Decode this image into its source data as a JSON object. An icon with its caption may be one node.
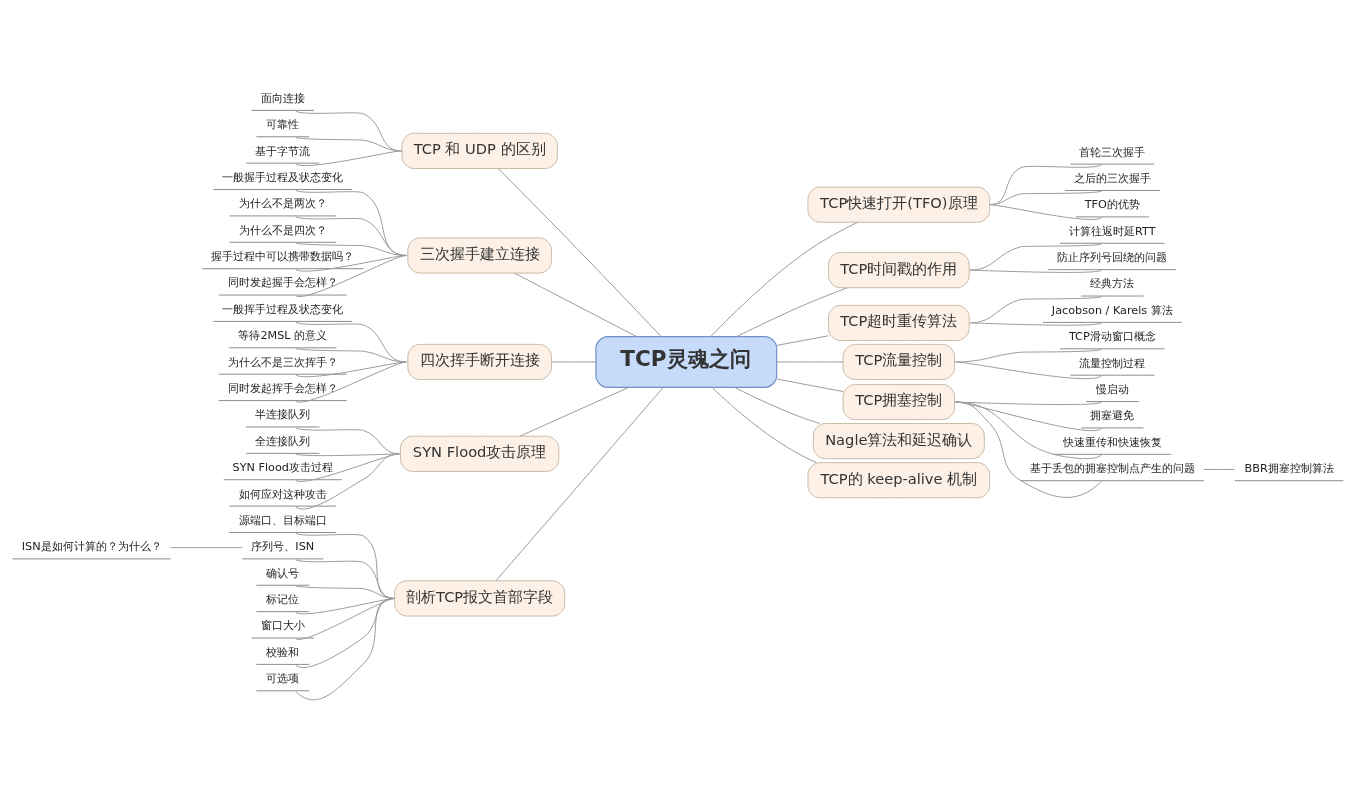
{
  "diagram": {
    "nodes": [
      {
        "text": [
          "TCP灵魂之问"
        ]
      },
      {
        "text": [
          "TCP 和 UDP 的区别"
        ]
      },
      {
        "text": [
          "面向连接"
        ]
      },
      {
        "text": [
          "可靠性"
        ]
      },
      {
        "text": [
          "基于字节流"
        ]
      },
      {
        "text": [
          "三次握手建立连接"
        ]
      },
      {
        "text": [
          "一般握手过程及状态变化"
        ]
      },
      {
        "text": [
          "为什么不是两次？"
        ]
      },
      {
        "text": [
          "为什么不是四次？"
        ]
      },
      {
        "text": [
          "握手过程中可以携带数据吗？"
        ]
      },
      {
        "text": [
          "同时发起握手会怎样？"
        ]
      },
      {
        "text": [
          "四次挥手断开连接"
        ]
      },
      {
        "text": [
          "一般挥手过程及状态变化"
        ]
      },
      {
        "text": [
          "等待2MSL 的意义"
        ]
      },
      {
        "text": [
          "为什么不是三次挥手？"
        ]
      },
      {
        "text": [
          "同时发起挥手会怎样？"
        ]
      },
      {
        "text": [
          "SYN Flood攻击原理"
        ]
      },
      {
        "text": [
          "半连接队列"
        ]
      },
      {
        "text": [
          "全连接队列"
        ]
      },
      {
        "text": [
          "SYN Flood攻击过程"
        ]
      },
      {
        "text": [
          "如何应对这种攻击"
        ]
      },
      {
        "text": [
          "剖析TCP报文首部字段"
        ]
      },
      {
        "text": [
          "源端口、目标端口"
        ]
      },
      {
        "text": [
          "序列号、ISN"
        ]
      },
      {
        "text": [
          "ISN是如何计算的？为什么？"
        ]
      },
      {
        "text": [
          "确认号"
        ]
      },
      {
        "text": [
          "标记位"
        ]
      },
      {
        "text": [
          "窗口大小"
        ]
      },
      {
        "text": [
          "校验和"
        ]
      },
      {
        "text": [
          "可选项"
        ]
      },
      {
        "text": [
          "TCP快速打开(TFO)原理"
        ]
      },
      {
        "text": [
          "首轮三次握手"
        ]
      },
      {
        "text": [
          "之后的三次握手"
        ]
      },
      {
        "text": [
          "TFO的优势"
        ]
      },
      {
        "text": [
          "TCP时间戳的作用"
        ]
      },
      {
        "text": [
          "计算往返时延RTT"
        ]
      },
      {
        "text": [
          "防止序列号回绕的问题"
        ]
      },
      {
        "text": [
          "TCP超时重传算法"
        ]
      },
      {
        "text": [
          "经典方法"
        ]
      },
      {
        "text": [
          "Jacobson / Karels 算法"
        ]
      },
      {
        "text": [
          "TCP流量控制"
        ]
      },
      {
        "text": [
          "TCP滑动窗口概念"
        ]
      },
      {
        "text": [
          "流量控制过程"
        ]
      },
      {
        "text": [
          "TCP拥塞控制"
        ]
      },
      {
        "text": [
          "慢启动"
        ]
      },
      {
        "text": [
          "拥塞避免"
        ]
      },
      {
        "text": [
          "快速重传和快速恢复"
        ]
      },
      {
        "text": [
          "基于丢包的拥塞控制点产生的问题"
        ]
      },
      {
        "text": [
          "BBR拥塞控制算法"
        ]
      },
      {
        "text": [
          "Nagle算法和延迟确认"
        ]
      },
      {
        "text": [
          "TCP的 keep-alive 机制"
        ]
      }
    ],
    "edges": [
      {
        "from": 0,
        "to": 1,
        "arrow": "none"
      },
      {
        "from": 1,
        "to": 2,
        "arrow": "none"
      },
      {
        "from": 1,
        "to": 3,
        "arrow": "none"
      },
      {
        "from": 1,
        "to": 4,
        "arrow": "none"
      },
      {
        "from": 0,
        "to": 5,
        "arrow": "none"
      },
      {
        "from": 5,
        "to": 6,
        "arrow": "none"
      },
      {
        "from": 5,
        "to": 7,
        "arrow": "none"
      },
      {
        "from": 5,
        "to": 8,
        "arrow": "none"
      },
      {
        "from": 5,
        "to": 9,
        "arrow": "none"
      },
      {
        "from": 5,
        "to": 10,
        "arrow": "none"
      },
      {
        "from": 0,
        "to": 11,
        "arrow": "none"
      },
      {
        "from": 11,
        "to": 12,
        "arrow": "none"
      },
      {
        "from": 11,
        "to": 13,
        "arrow": "none"
      },
      {
        "from": 11,
        "to": 14,
        "arrow": "none"
      },
      {
        "from": 11,
        "to": 15,
        "arrow": "none"
      },
      {
        "from": 0,
        "to": 16,
        "arrow": "none"
      },
      {
        "from": 16,
        "to": 17,
        "arrow": "none"
      },
      {
        "from": 16,
        "to": 18,
        "arrow": "none"
      },
      {
        "from": 16,
        "to": 19,
        "arrow": "none"
      },
      {
        "from": 16,
        "to": 20,
        "arrow": "none"
      },
      {
        "from": 0,
        "to": 21,
        "arrow": "none"
      },
      {
        "from": 21,
        "to": 22,
        "arrow": "none"
      },
      {
        "from": 21,
        "to": 23,
        "arrow": "none"
      },
      {
        "from": 23,
        "to": 24,
        "arrow": "none"
      },
      {
        "from": 21,
        "to": 25,
        "arrow": "none"
      },
      {
        "from": 21,
        "to": 26,
        "arrow": "none"
      },
      {
        "from": 21,
        "to": 27,
        "arrow": "none"
      },
      {
        "from": 21,
        "to": 28,
        "arrow": "none"
      },
      {
        "from": 21,
        "to": 29,
        "arrow": "none"
      },
      {
        "from": 0,
        "to": 30,
        "arrow": "none"
      },
      {
        "from": 30,
        "to": 31,
        "arrow": "none"
      },
      {
        "from": 30,
        "to": 32,
        "arrow": "none"
      },
      {
        "from": 30,
        "to": 33,
        "arrow": "none"
      },
      {
        "from": 0,
        "to": 34,
        "arrow": "none"
      },
      {
        "from": 34,
        "to": 35,
        "arrow": "none"
      },
      {
        "from": 34,
        "to": 36,
        "arrow": "none"
      },
      {
        "from": 0,
        "to": 37,
        "arrow": "none"
      },
      {
        "from": 37,
        "to": 38,
        "arrow": "none"
      },
      {
        "from": 37,
        "to": 39,
        "arrow": "none"
      },
      {
        "from": 0,
        "to": 40,
        "arrow": "none"
      },
      {
        "from": 40,
        "to": 41,
        "arrow": "none"
      },
      {
        "from": 40,
        "to": 42,
        "arrow": "none"
      },
      {
        "from": 0,
        "to": 43,
        "arrow": "none"
      },
      {
        "from": 43,
        "to": 44,
        "arrow": "none"
      },
      {
        "from": 43,
        "to": 45,
        "arrow": "none"
      },
      {
        "from": 43,
        "to": 46,
        "arrow": "none"
      },
      {
        "from": 43,
        "to": 47,
        "arrow": "none"
      },
      {
        "from": 47,
        "to": 48,
        "arrow": "none"
      },
      {
        "from": 0,
        "to": 49,
        "arrow": "none"
      },
      {
        "from": 0,
        "to": 50,
        "arrow": "none"
      }
    ]
  }
}
